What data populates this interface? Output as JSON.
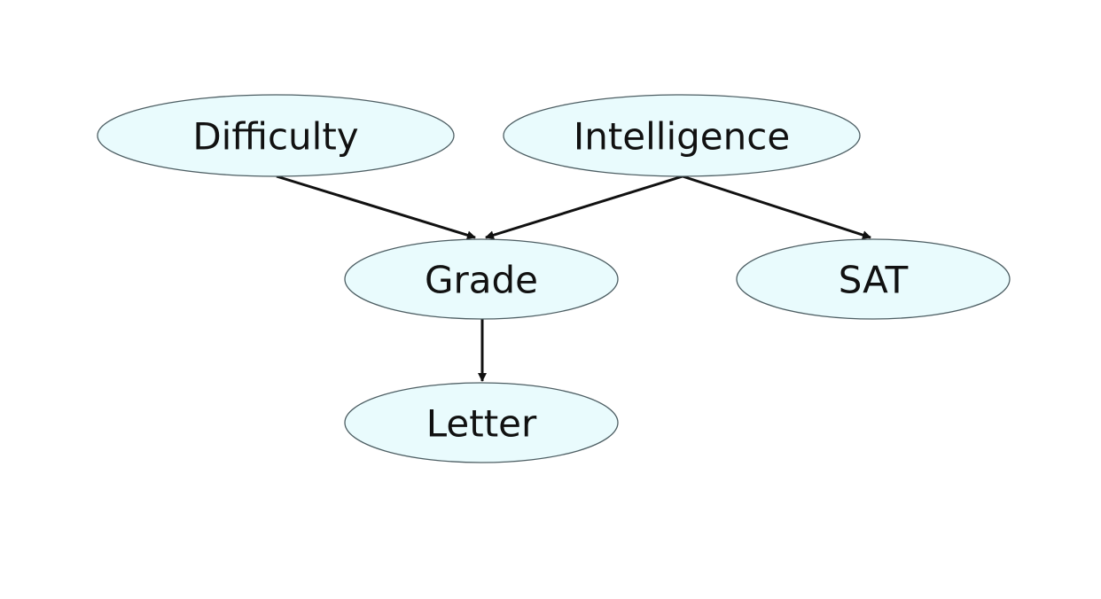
{
  "nodes": [
    {
      "id": "difficulty",
      "label": "Difficulty"
    },
    {
      "id": "intelligence",
      "label": "Intelligence"
    },
    {
      "id": "grade",
      "label": "Grade"
    },
    {
      "id": "sat",
      "label": "SAT"
    },
    {
      "id": "letter",
      "label": "Letter"
    }
  ],
  "edges": [
    {
      "from": "difficulty",
      "to": "grade"
    },
    {
      "from": "intelligence",
      "to": "grade"
    },
    {
      "from": "intelligence",
      "to": "sat"
    },
    {
      "from": "grade",
      "to": "letter"
    }
  ],
  "colors": {
    "node_fill": "#e9fbfd",
    "node_stroke": "#4d5e63",
    "edge": "#111111",
    "text": "#111111",
    "background": "#ffffff"
  }
}
